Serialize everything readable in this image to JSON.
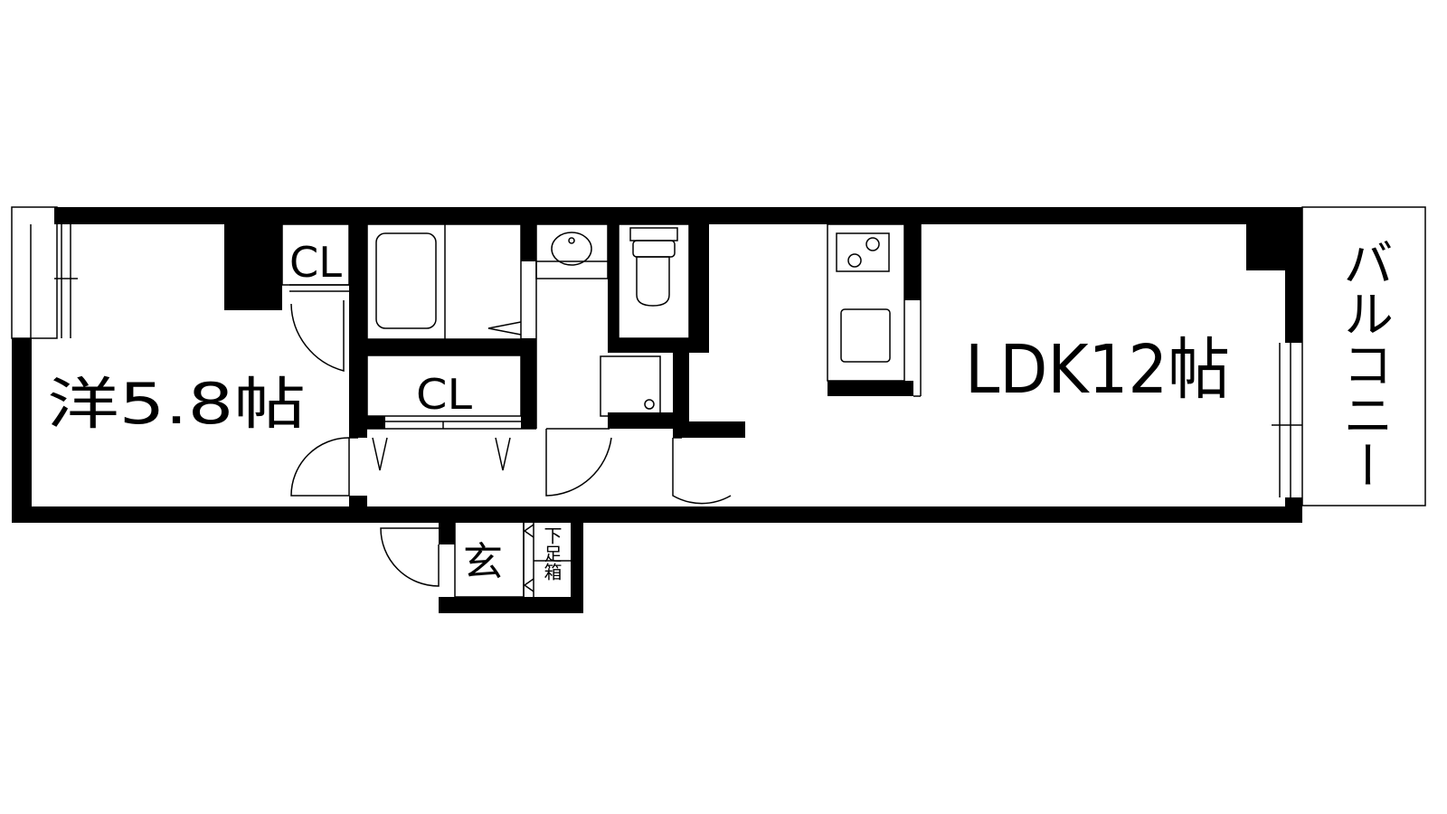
{
  "rooms": {
    "western_room": "洋5.8帖",
    "ldk": "LDK12帖",
    "balcony": "バルコニー",
    "closet_bedroom": "CL",
    "closet_hall": "CL",
    "entrance": "玄",
    "shoe_box": "下足箱"
  },
  "colors": {
    "wall": "#000000",
    "background": "#ffffff",
    "fixture_line": "#000000"
  }
}
